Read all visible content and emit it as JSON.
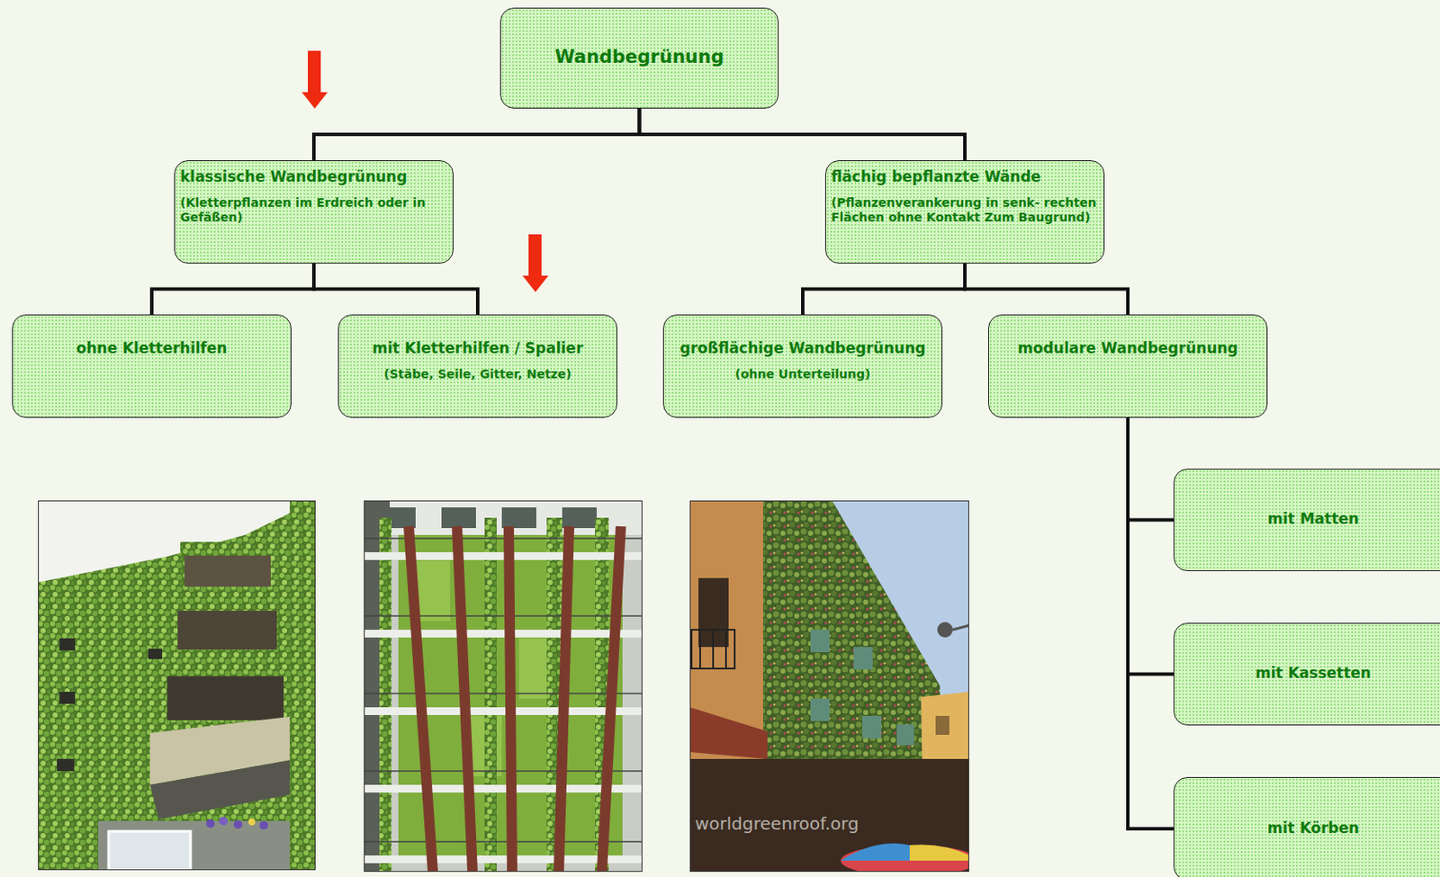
{
  "diagram": {
    "nodes": [
      {
        "text": [
          "Wandbegrünung"
        ]
      },
      {
        "text": [
          "klassische Wandbegrünung",
          "(Kletterpflanzen im Erdreich oder in Gefäßen)"
        ]
      },
      {
        "text": [
          "flächig bepflanzte Wände",
          "(Pflanzenverankerung in senk- rechten Flächen ohne Kontakt Zum Baugrund)"
        ]
      },
      {
        "text": [
          "ohne Kletterhilfen"
        ]
      },
      {
        "text": [
          "mit Kletterhilfen / Spalier",
          "(Stäbe, Seile, Gitter, Netze)"
        ]
      },
      {
        "text": [
          "großflächige Wandbegrünung",
          "(ohne Unterteilung)"
        ]
      },
      {
        "text": [
          "modulare Wandbegrünung"
        ]
      },
      {
        "text": [
          "mit Matten"
        ]
      },
      {
        "text": [
          "mit Kassetten"
        ]
      },
      {
        "text": [
          "mit Körben"
        ]
      }
    ],
    "edges": [
      {
        "from": 0,
        "to": 1,
        "arrow": "none"
      },
      {
        "from": 0,
        "to": 2,
        "arrow": "none"
      },
      {
        "from": 1,
        "to": 3,
        "arrow": "none"
      },
      {
        "from": 1,
        "to": 4,
        "arrow": "none"
      },
      {
        "from": 2,
        "to": 5,
        "arrow": "none"
      },
      {
        "from": 2,
        "to": 6,
        "arrow": "none"
      },
      {
        "from": 6,
        "to": 7,
        "arrow": "none"
      },
      {
        "from": 6,
        "to": 8,
        "arrow": "none"
      },
      {
        "from": 6,
        "to": 9,
        "arrow": "none"
      }
    ],
    "labels": [
      "worldgreenroof.org"
    ]
  }
}
